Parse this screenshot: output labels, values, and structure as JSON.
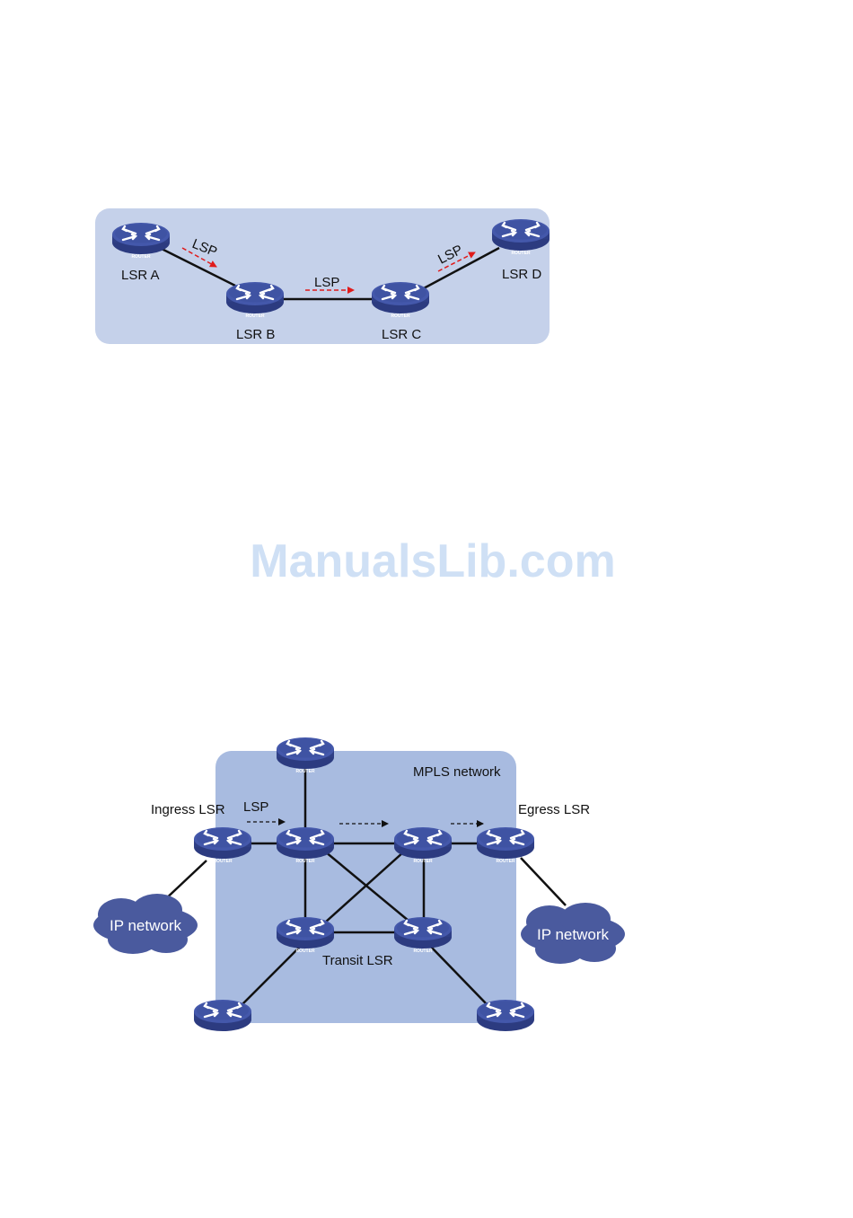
{
  "colors": {
    "panel1": "#c5d1ea",
    "panel2": "#a8bbe0",
    "router_top": "#3f53a3",
    "router_side": "#2f3f86",
    "cloud": "#4a5a9e",
    "lsp_red": "#e01b1b",
    "lsp_black": "#111111",
    "watermark": "#cfe0f5"
  },
  "router_label": "ROUTER",
  "watermark": "ManualsLib.com",
  "diagram1": {
    "routers": [
      {
        "id": "lsr-a",
        "label": "LSR A"
      },
      {
        "id": "lsr-b",
        "label": "LSR B"
      },
      {
        "id": "lsr-c",
        "label": "LSR C"
      },
      {
        "id": "lsr-d",
        "label": "LSR D"
      }
    ],
    "lsp_labels": [
      "LSP",
      "LSP",
      "LSP"
    ]
  },
  "diagram2": {
    "network_label": "MPLS network",
    "ingress_label": "Ingress LSR",
    "egress_label": "Egress LSR",
    "transit_label": "Transit LSR",
    "lsp_label": "LSP",
    "clouds": [
      "IP network",
      "IP network"
    ]
  }
}
